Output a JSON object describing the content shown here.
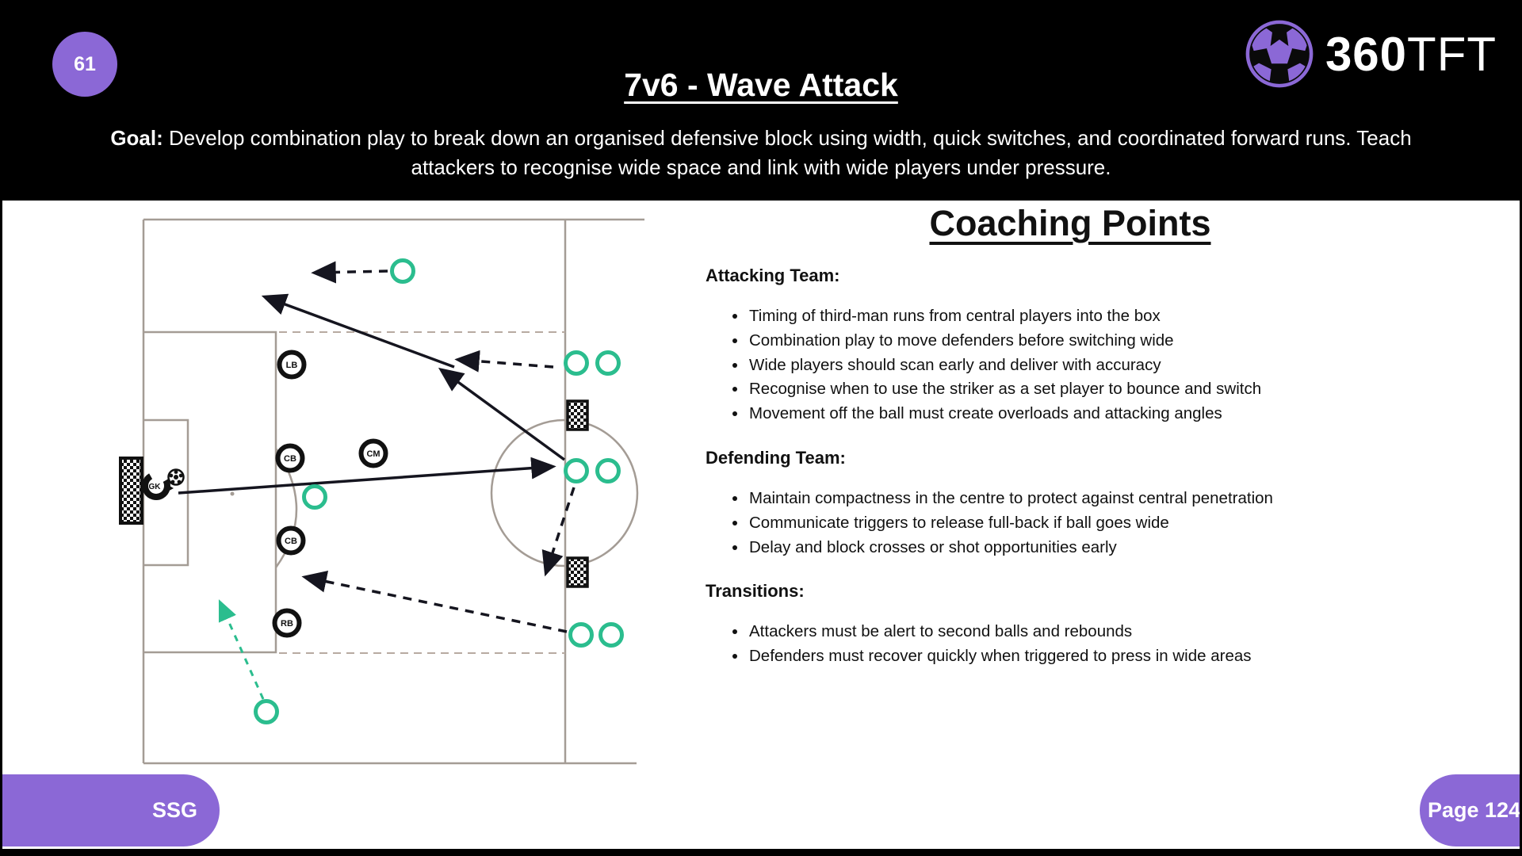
{
  "page": {
    "badge": "61",
    "title": "7v6 - Wave Attack",
    "goal_label": "Goal:",
    "goal_text": " Develop combination play to break down an organised defensive block using width, quick switches, and coordinated forward runs. Teach attackers to recognise wide space and link with wide players under pressure.",
    "logo_number": "360",
    "logo_letters": "TFT",
    "footer_left": "SSG",
    "footer_right": "Page 124"
  },
  "coaching_points": {
    "heading": "Coaching Points",
    "sections": [
      {
        "title": "Attacking Team:",
        "bullets": [
          "Timing of third-man runs from central players into the box",
          "Combination play to move defenders before switching wide",
          "Wide players should scan early and deliver with accuracy",
          "Recognise when to use the striker as a set player to bounce and switch",
          "Movement off the ball must create overloads and attacking angles"
        ]
      },
      {
        "title": "Defending Team:",
        "bullets": [
          "Maintain compactness in the centre to protect against central penetration",
          "Communicate triggers to release full-back if ball goes wide",
          "Delay and block crosses or shot opportunities early"
        ]
      },
      {
        "title": "Transitions:",
        "bullets": [
          "Attackers must be alert to second balls and rebounds",
          "Defenders must recover quickly when triggered to press in wide areas"
        ]
      }
    ]
  },
  "diagram": {
    "description": "7v6 wave attack small-sided game on half pitch with goalkeeper, two mini goals on halfway line, attacker waves in pairs and defensive back line",
    "defenders": [
      {
        "label": "LB"
      },
      {
        "label": "CB"
      },
      {
        "label": "CM"
      },
      {
        "label": "CB"
      },
      {
        "label": "RB"
      },
      {
        "label": "GK"
      }
    ],
    "attacker_count": 9,
    "colors": {
      "attacker_green": "#2BBD8E",
      "defender_black": "#111111",
      "pitch_line_gray": "#a49c95",
      "zone_dash_gray": "#b7aaa1"
    }
  },
  "colors": {
    "accent_purple": "#8B68D6",
    "header_bg": "#000000"
  }
}
